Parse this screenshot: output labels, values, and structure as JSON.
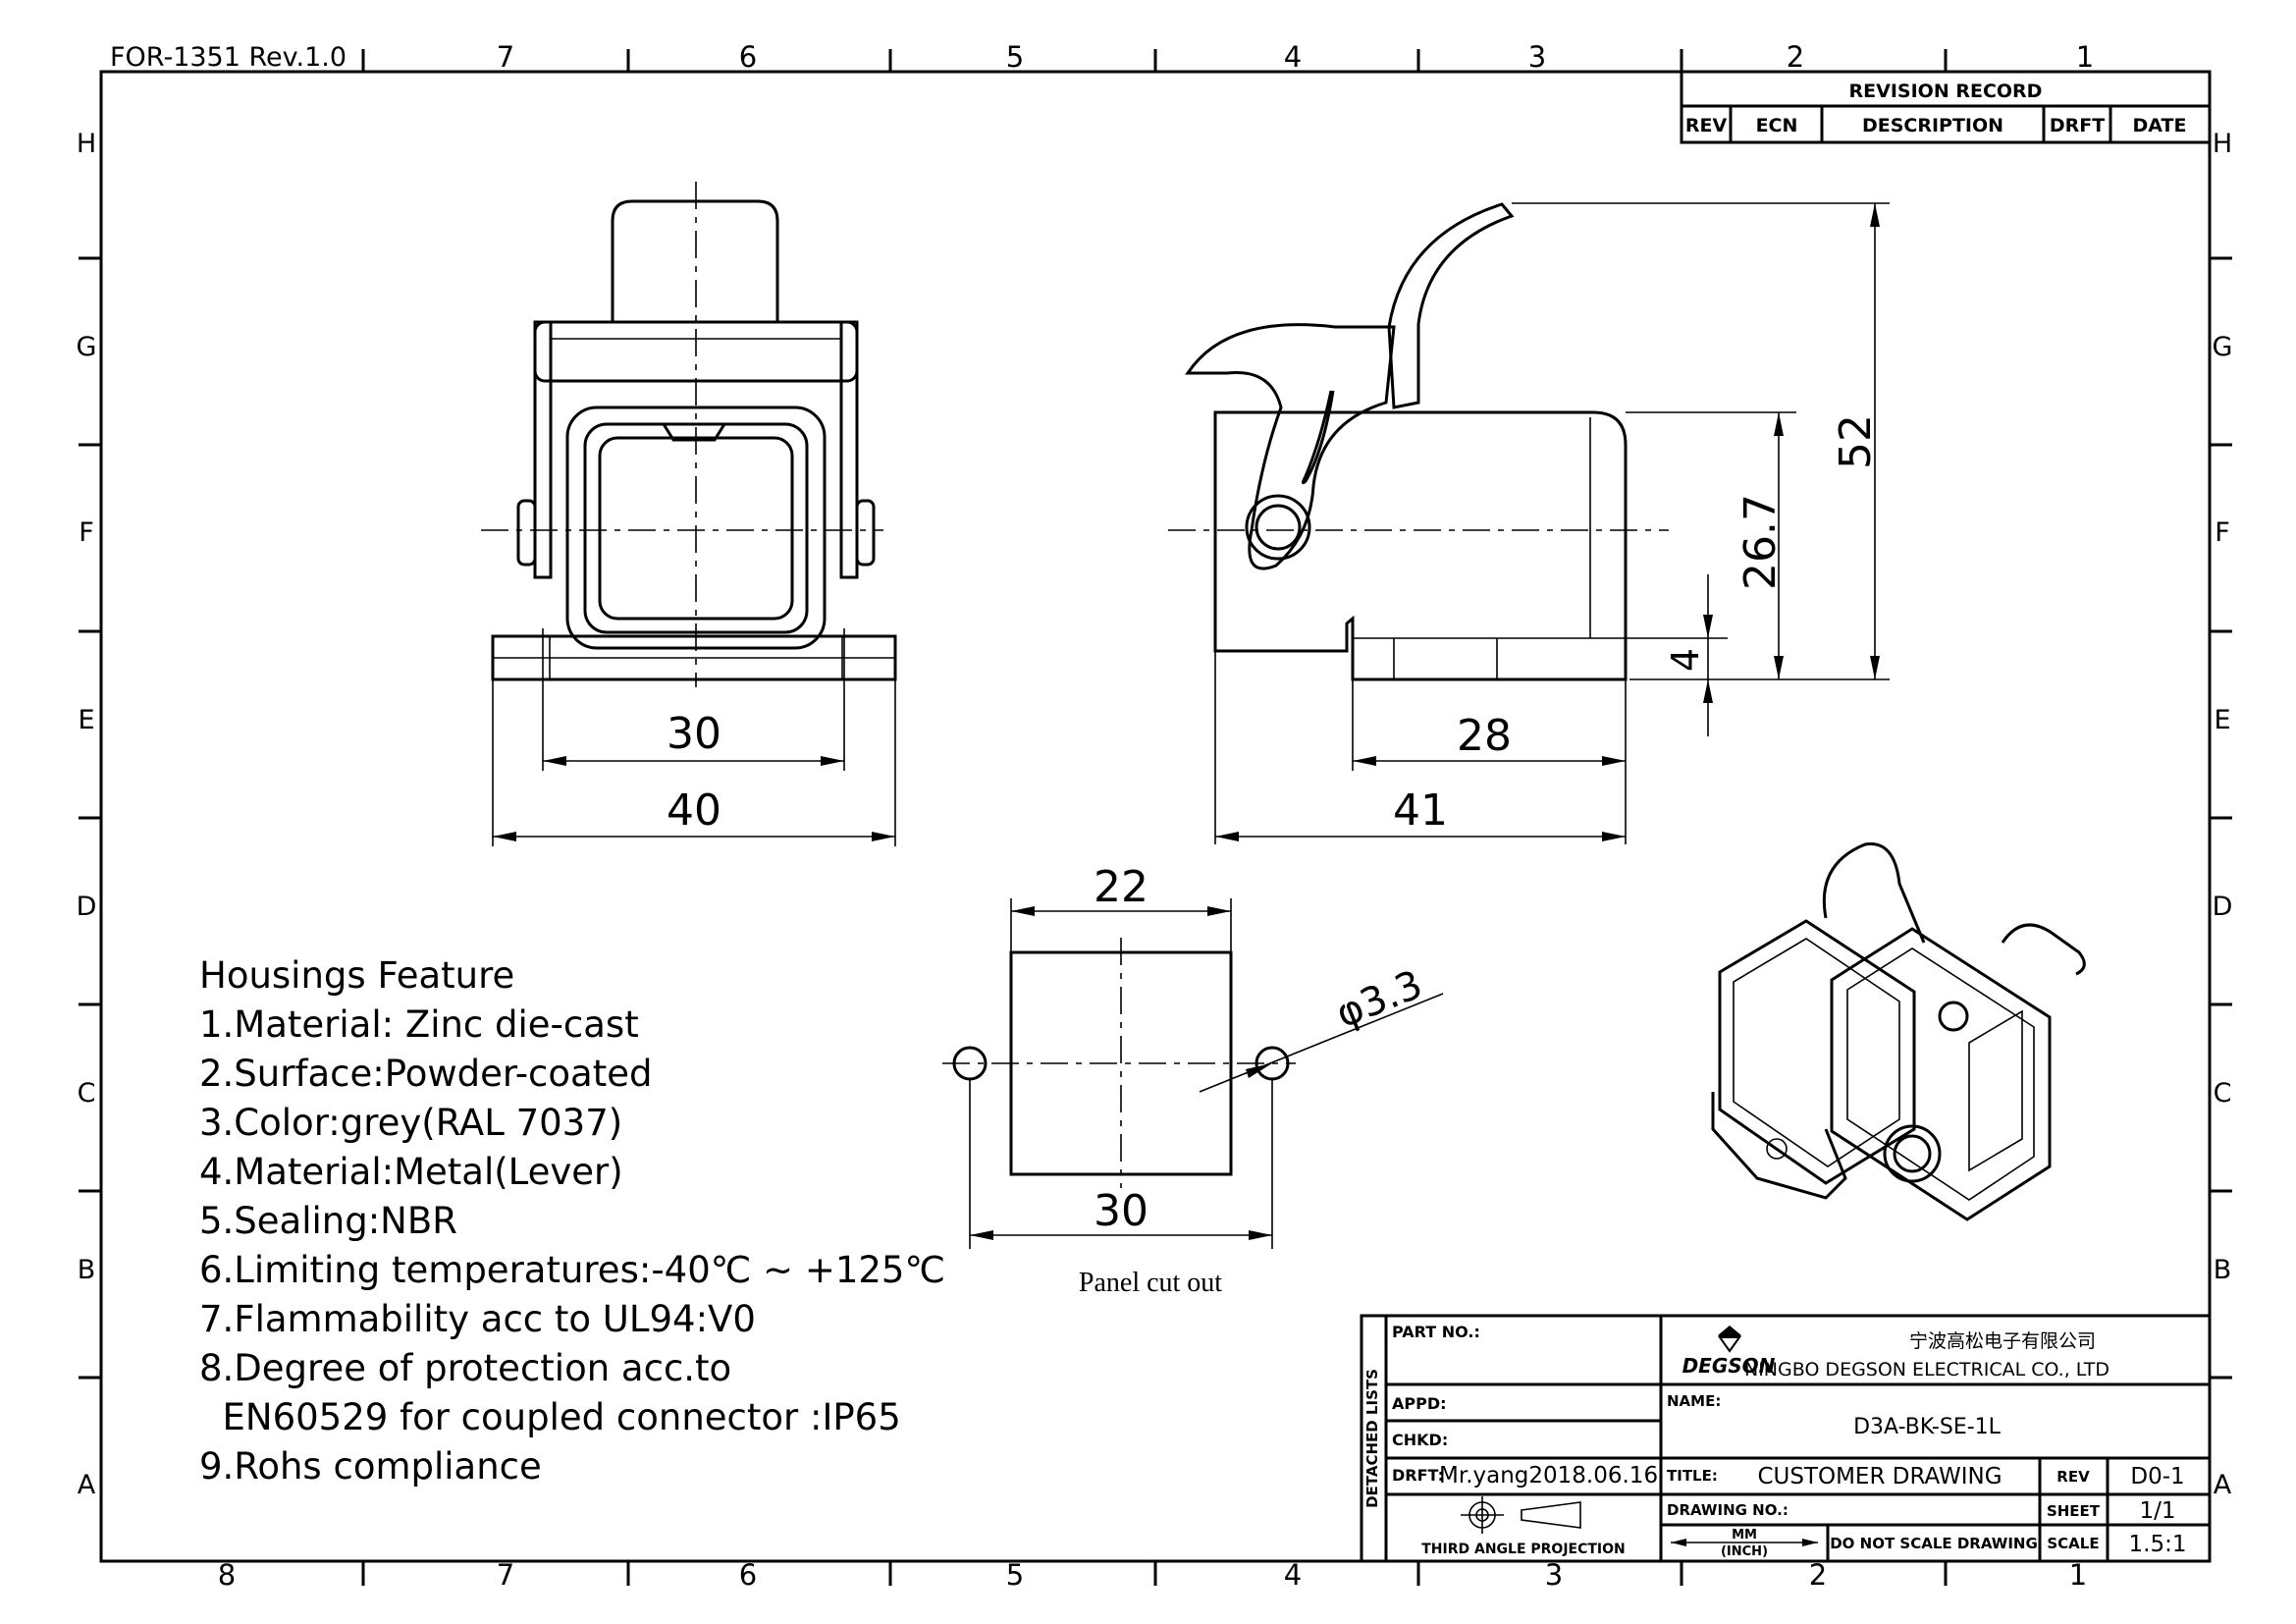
{
  "form": {
    "code": "FOR-1351 Rev.1.0"
  },
  "grid": {
    "cols_top": [
      "7",
      "6",
      "5",
      "4",
      "3",
      "2",
      "1"
    ],
    "cols_bottom": [
      "8",
      "7",
      "6",
      "5",
      "4",
      "3",
      "2",
      "1"
    ],
    "rows": [
      "H",
      "G",
      "F",
      "E",
      "D",
      "C",
      "B",
      "A"
    ]
  },
  "revision": {
    "title": "REVISION RECORD",
    "headers": [
      "REV",
      "ECN",
      "DESCRIPTION",
      "DRFT",
      "DATE"
    ]
  },
  "dimensions": {
    "front_width_inner": "30",
    "front_width_outer": "40",
    "side_length_inner": "28",
    "side_length_outer": "41",
    "side_height_total": "52",
    "side_height_body": "26.7",
    "side_base": "4",
    "cutout_top": "22",
    "cutout_bottom": "30",
    "cutout_hole": "φ3.3"
  },
  "cutout_label": "Panel cut out",
  "features": {
    "heading": "Housings Feature",
    "items": [
      "1.Material: Zinc die-cast",
      "2.Surface:Powder-coated",
      "3.Color:grey(RAL 7037)",
      "4.Material:Metal(Lever)",
      "5.Sealing:NBR",
      "6.Limiting temperatures:-40℃ ~ +125℃",
      "7.Flammability acc to UL94:V0",
      "8.Degree of protection acc.to",
      "  EN60529 for coupled connector :IP65",
      "9.Rohs compliance"
    ]
  },
  "title_block": {
    "part_no_label": "PART NO.:",
    "detached_lists": "DETACHED LISTS",
    "appd_label": "APPD:",
    "chkd_label": "CHKD:",
    "drft_label": "DRFT:",
    "drft_value": "Mr.yang2018.06.16",
    "projection": "THIRD ANGLE PROJECTION",
    "company_brand": "DEGSON",
    "company_cn": "宁波高松电子有限公司",
    "company_en": "NINGBO DEGSON ELECTRICAL CO., LTD",
    "name_label": "NAME:",
    "name_value": "D3A-BK-SE-1L",
    "title_label": "TITLE:",
    "title_value": "CUSTOMER  DRAWING",
    "rev_label": "REV",
    "rev_value": "D0-1",
    "drawing_no_label": "DRAWING NO.:",
    "sheet_label": "SHEET",
    "sheet_value": "1/1",
    "units_top": "MM",
    "units_bottom": "(INCH)",
    "no_scale": "DO NOT SCALE DRAWING",
    "scale_label": "SCALE",
    "scale_value": "1.5:1"
  }
}
